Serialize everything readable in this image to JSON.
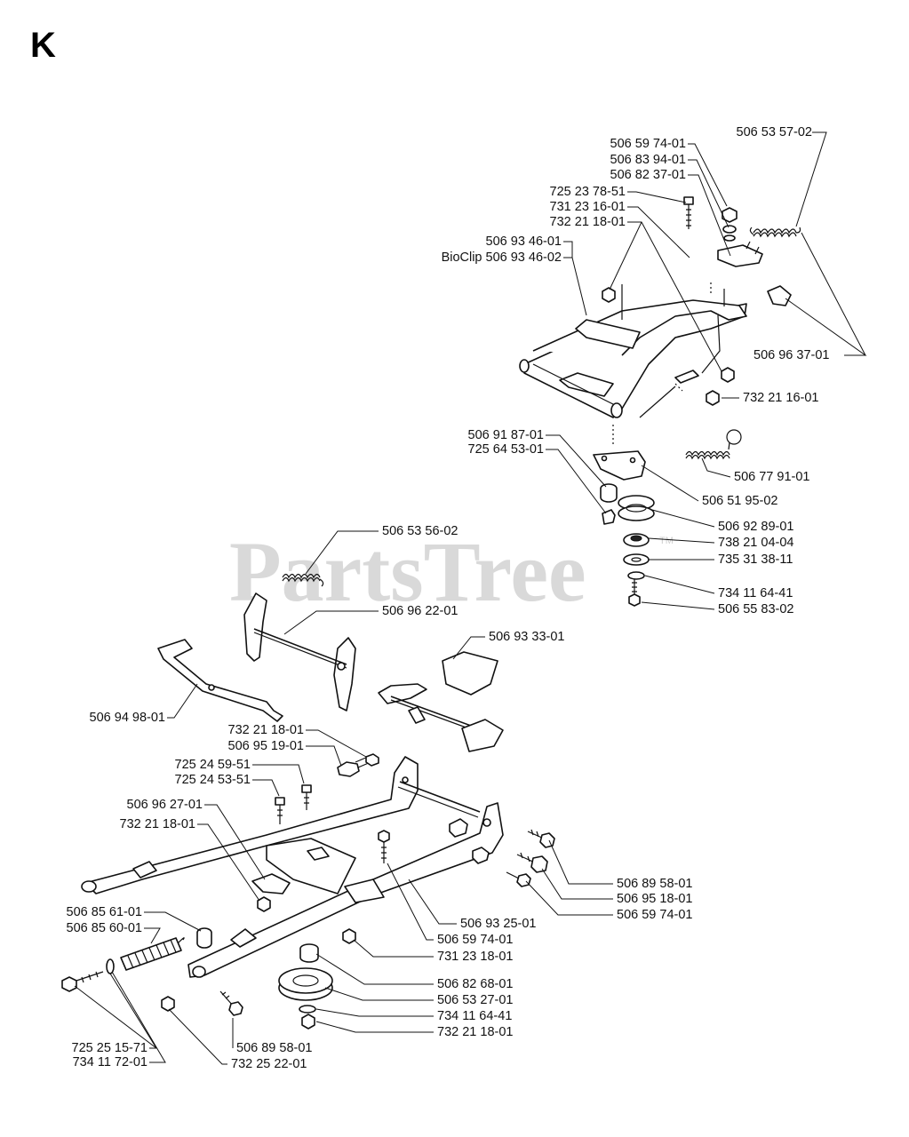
{
  "section_letter": "K",
  "watermark": {
    "text": "PartsTree",
    "tm": "TM"
  },
  "labels": {
    "l01": "506 53 57-02",
    "l02": "506 59 74-01",
    "l03": "506 83 94-01",
    "l04": "506 82 37-01",
    "l05": "725 23 78-51",
    "l06": "731 23 16-01",
    "l07": "732 21 18-01",
    "l08": "506 93 46-01",
    "l09": "BioClip 506 93 46-02",
    "l10": "506 96 37-01",
    "l11": "732 21 16-01",
    "l12": "506 91 87-01",
    "l13": "725 64 53-01",
    "l14": "506 77 91-01",
    "l15": "506 51 95-02",
    "l16": "506 92 89-01",
    "l17": "738 21 04-04",
    "l18": "735 31 38-11",
    "l19": "734 11 64-41",
    "l20": "506 55 83-02",
    "l21": "506 53 56-02",
    "l22": "506 96 22-01",
    "l23": "506 93 33-01",
    "l24": "506 94 98-01",
    "l25": "732 21 18-01",
    "l26": "506 95 19-01",
    "l27": "725 24 59-51",
    "l28": "725 24 53-51",
    "l29": "506 96 27-01",
    "l30": "732 21 18-01",
    "l31": "506 89 58-01",
    "l32": "506 95 18-01",
    "l33": "506 59 74-01",
    "l34": "506 93 25-01",
    "l35": "506 85 61-01",
    "l36": "506 85 60-01",
    "l37": "506 59 74-01",
    "l38": "731 23 18-01",
    "l39": "506 82 68-01",
    "l40": "506 53 27-01",
    "l41": "734 11 64-41",
    "l42": "732 21 18-01",
    "l43": "725 25 15-71",
    "l44": "734 11 72-01",
    "l45": "506 89 58-01",
    "l46": "732 25 22-01"
  }
}
